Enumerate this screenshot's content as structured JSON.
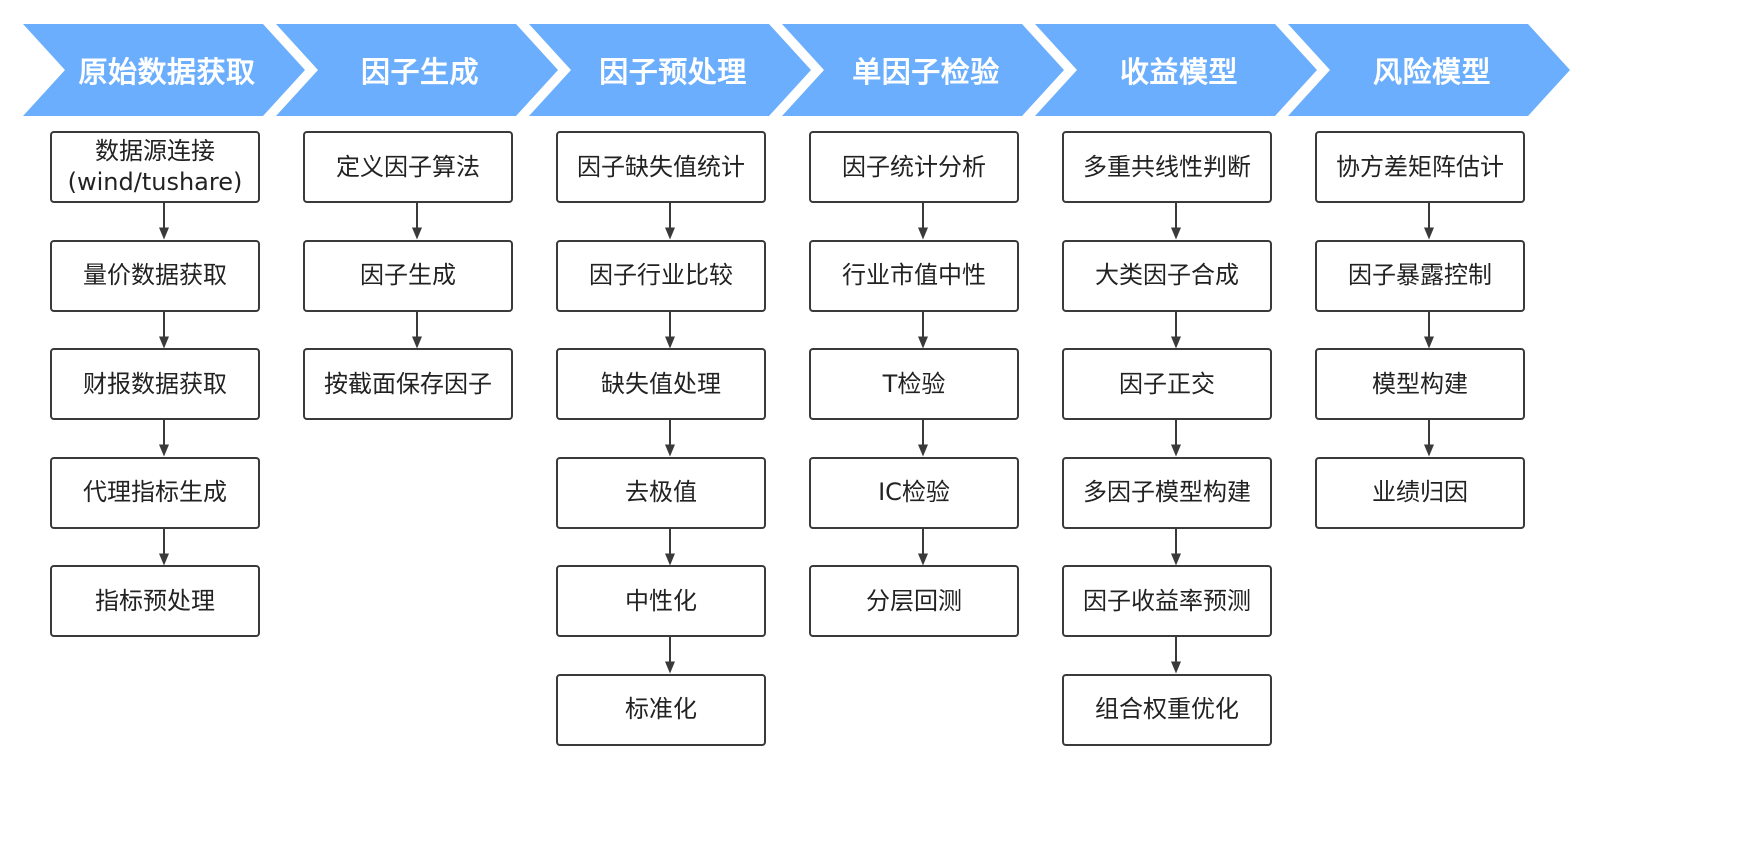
{
  "colors": {
    "header_fill": "#6aaefd",
    "header_text": "#ffffff",
    "box_border": "#3a3a3a",
    "arrow": "#3a3a3a",
    "text": "#222222"
  },
  "stages": [
    {
      "title": "原始数据获取",
      "steps": [
        "数据源连接\n(wind/tushare)",
        "量价数据获取",
        "财报数据获取",
        "代理指标生成",
        "指标预处理"
      ]
    },
    {
      "title": "因子生成",
      "steps": [
        "定义因子算法",
        "因子生成",
        "按截面保存因子"
      ]
    },
    {
      "title": "因子预处理",
      "steps": [
        "因子缺失值统计",
        "因子行业比较",
        "缺失值处理",
        "去极值",
        "中性化",
        "标准化"
      ]
    },
    {
      "title": "单因子检验",
      "steps": [
        "因子统计分析",
        "行业市值中性",
        "T检验",
        "IC检验",
        "分层回测"
      ]
    },
    {
      "title": "收益模型",
      "steps": [
        "多重共线性判断",
        "大类因子合成",
        "因子正交",
        "多因子模型构建",
        "因子收益率预测",
        "组合权重优化"
      ]
    },
    {
      "title": "风险模型",
      "steps": [
        "协方差矩阵估计",
        "因子暴露控制",
        "模型构建",
        "业绩归因"
      ]
    }
  ]
}
